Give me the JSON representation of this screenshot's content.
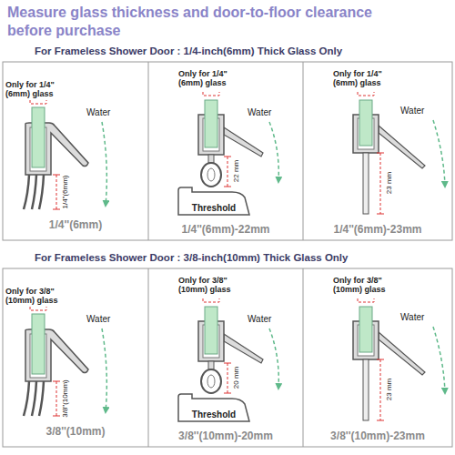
{
  "diagram": {
    "title": "Measure glass thickness and door-to-floor clearance before purchase",
    "nodes": [
      {
        "text": [
          "Threshold"
        ]
      },
      {
        "text": [
          "Threshold"
        ]
      }
    ],
    "labels": [
      "For Frameless Shower Door : 1/4-inch(6mm) Thick Glass Only",
      "Only for 1/4\" (6mm) glass",
      "Water",
      "1/4\"(6mm)",
      "1/4''(6mm)",
      "Only for 1/4\" (6mm) glass",
      "Water",
      "22 mm",
      "1/4''(6mm)-22mm",
      "Only for 1/4\" (6mm) glass",
      "Water",
      "23 mm",
      "1/4''(6mm)-23mm",
      "For Frameless Shower Door : 3/8-inch(10mm) Thick Glass Only",
      "Only for 3/8\" (10mm) glass",
      "Water",
      "3/8\"(10mm)",
      "3/8''(10mm)",
      "Only for 3/8\" (10mm) glass",
      "Water",
      "20 mm",
      "3/8''(10mm)-20mm",
      "Only for 3/8\" (10mm) glass",
      "Water",
      "23 mm",
      "3/8''(10mm)-23mm"
    ]
  }
}
